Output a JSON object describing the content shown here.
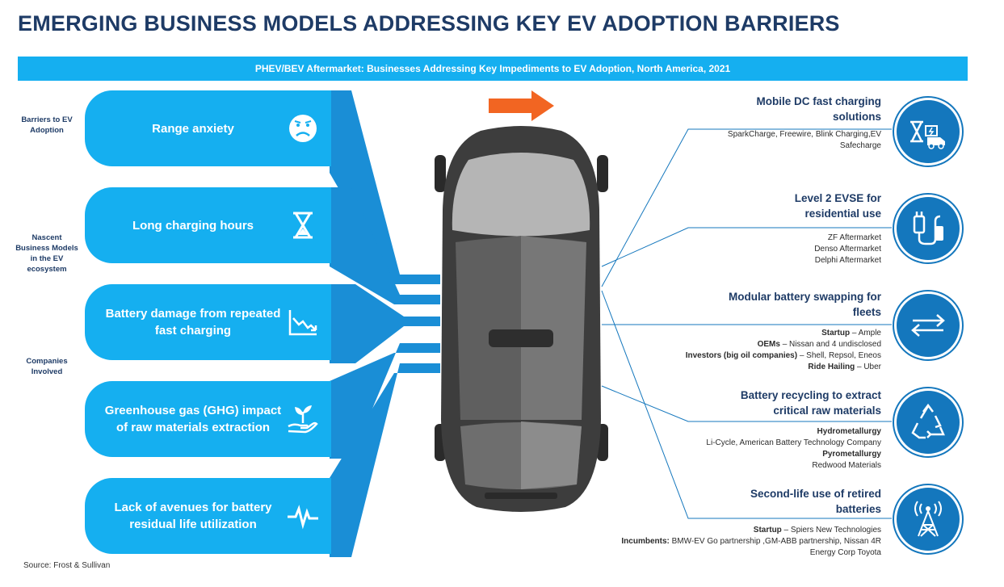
{
  "title": "EMERGING BUSINESS MODELS ADDRESSING KEY EV ADOPTION BARRIERS",
  "subtitle": "PHEV/BEV Aftermarket: Businesses Addressing Key Impediments to EV Adoption, North America, 2021",
  "side_labels": [
    "Barriers to EV Adoption",
    "Nascent Business Models in the EV ecosystem",
    "Companies Involved"
  ],
  "barriers": [
    {
      "label": "Range anxiety",
      "icon": "sad-face-icon"
    },
    {
      "label": "Long charging hours",
      "icon": "hourglass-icon"
    },
    {
      "label": "Battery damage from repeated fast charging",
      "icon": "declining-graph-icon"
    },
    {
      "label": "Greenhouse gas (GHG) impact of raw materials extraction",
      "icon": "plant-hand-icon"
    },
    {
      "label": "Lack of avenues for battery residual life utilization",
      "icon": "pulse-icon"
    }
  ],
  "business_models": [
    {
      "title": "Mobile DC fast charging solutions",
      "icon": "mobile-charging-icon",
      "lines": [
        {
          "b": "",
          "t": "SparkCharge, Freewire, Blink Charging,EV"
        },
        {
          "b": "",
          "t": "Safecharge"
        }
      ]
    },
    {
      "title": "Level 2 EVSE for residential use",
      "icon": "charging-plug-icon",
      "lines": [
        {
          "b": "",
          "t": "ZF Aftermarket"
        },
        {
          "b": "",
          "t": "Denso Aftermarket"
        },
        {
          "b": "",
          "t": "Delphi Aftermarket"
        }
      ]
    },
    {
      "title": "Modular battery swapping for fleets",
      "icon": "swap-arrows-icon",
      "lines": [
        {
          "b": "Startup",
          "t": " – Ample"
        },
        {
          "b": "OEMs",
          "t": " – Nissan and 4 undisclosed"
        },
        {
          "b": "Investors (big oil companies)",
          "t": " – Shell, Repsol, Eneos"
        },
        {
          "b": "Ride Hailing",
          "t": " – Uber"
        }
      ]
    },
    {
      "title": "Battery recycling to extract critical raw materials",
      "icon": "recycle-icon",
      "lines": [
        {
          "b": "Hydrometallurgy",
          "t": ""
        },
        {
          "b": "",
          "t": "Li-Cycle, American Battery Technology Company"
        },
        {
          "b": "Pyrometallurgy",
          "t": ""
        },
        {
          "b": "",
          "t": "Redwood Materials"
        }
      ]
    },
    {
      "title": "Second-life use of retired batteries",
      "icon": "transmission-tower-icon",
      "lines": [
        {
          "b": "Startup",
          "t": " – Spiers New Technologies"
        },
        {
          "b": "Incumbents:",
          "t": " BMW-EV Go partnership ,GM-ABB partnership, Nissan 4R"
        },
        {
          "b": "",
          "t": "Energy Corp Toyota"
        }
      ]
    }
  ],
  "source": "Source: Frost & Sullivan",
  "colors": {
    "cyan": "#15aff0",
    "blue": "#1477bd",
    "navy": "#1e3b66",
    "arrow": "#f26522",
    "car": "#3d3d3d"
  }
}
